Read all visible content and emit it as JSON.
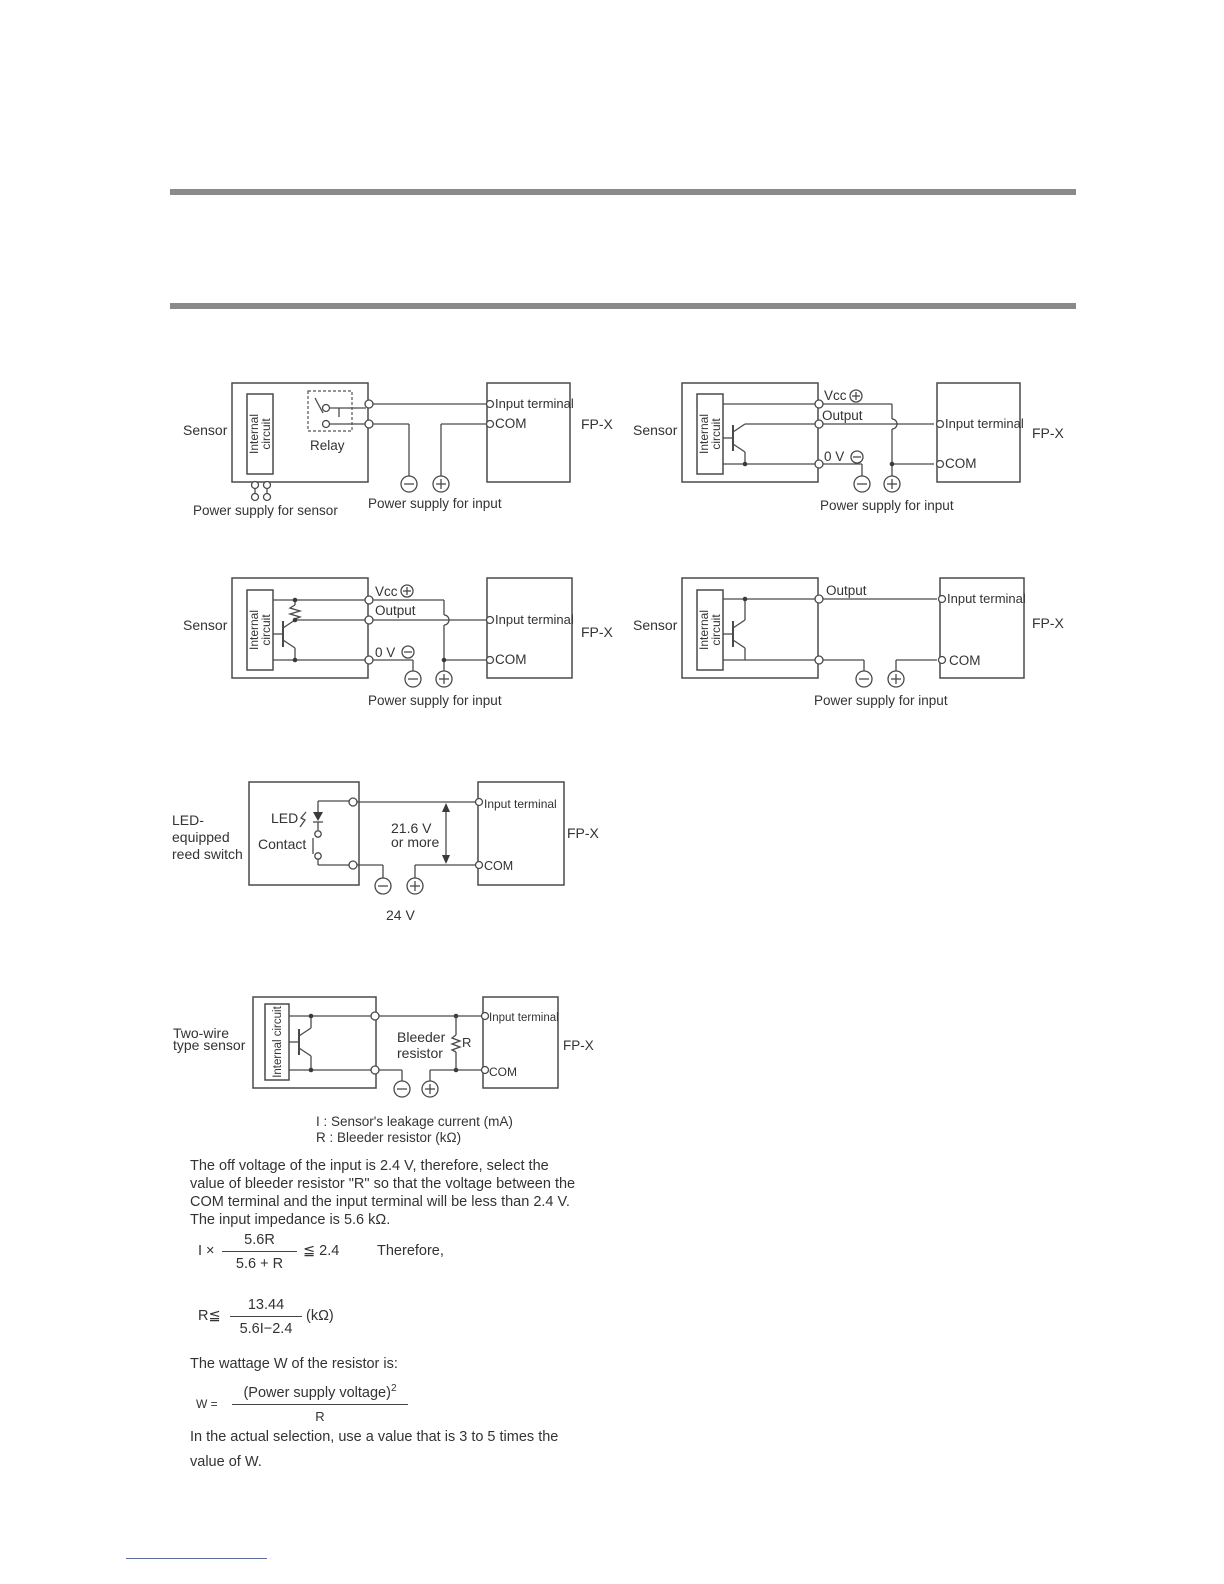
{
  "labels": {
    "sensor": "Sensor",
    "fpx": "FP-X",
    "internal": "Internal",
    "circuit": "circuit",
    "internal_circuit": "Internal circuit",
    "relay": "Relay",
    "input_terminal": "Input terminal",
    "com": "COM",
    "power_input": "Power supply for input",
    "power_sensor": "Power supply for sensor",
    "vcc": "Vcc",
    "output": "Output",
    "zero_v": "0 V",
    "led": "LED",
    "contact": "Contact",
    "led_l1": "LED-",
    "led_l2": "equipped",
    "led_l3": "reed switch",
    "v216": "21.6 V",
    "ormore": "or more",
    "v24": "24 V",
    "twowire_l1": "Two-wire",
    "twowire_l2": "type sensor",
    "bleeder": "Bleeder",
    "resistor": "resistor",
    "r": "R"
  },
  "legend": {
    "i": "I  : Sensor's leakage current (mA)",
    "r": "R : Bleeder resistor (kΩ)"
  },
  "text": {
    "para1_l1": "The off voltage of the input is 2.4 V, therefore, select the",
    "para1_l2": "value of bleeder resistor \"R\" so that the voltage between the",
    "para1_l3": "COM terminal and the input terminal will be less than 2.4 V.",
    "para1_l4": "The input impedance is 5.6 kΩ.",
    "f1_prefix": "I ×",
    "f1_num": "5.6R",
    "f1_den": "5.6 + R",
    "f1_suffix": "≦ 2.4",
    "therefore": "Therefore,",
    "f2_prefix": "R≦",
    "f2_num": "13.44",
    "f2_den": "5.6I−2.4",
    "f2_suffix": "(kΩ)",
    "wattage": "The wattage W of the resistor is:",
    "f3_prefix": "W =",
    "f3_num": "(Power supply voltage)",
    "f3_sup": "2",
    "f3_den": "R",
    "final_l1": "In the actual selection, use a value that is 3 to 5 times the",
    "final_l2": "value of W."
  }
}
